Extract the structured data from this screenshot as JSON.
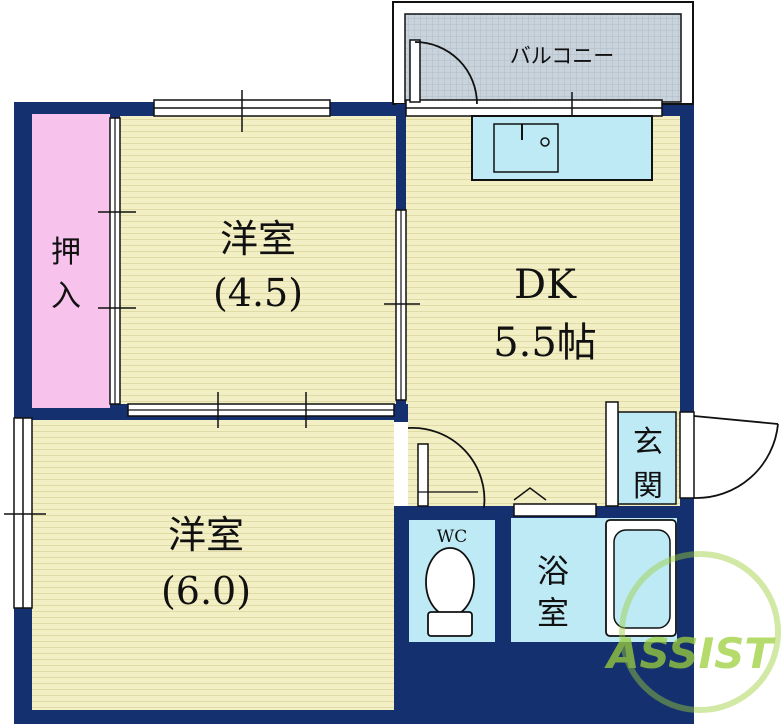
{
  "rooms": {
    "western_room_a": {
      "name": "洋室",
      "size": "(4.5)"
    },
    "western_room_b": {
      "name": "洋室",
      "size": "(6.0)"
    },
    "dining_kitchen": {
      "name": "DK",
      "size": "5.5帖"
    },
    "closet": {
      "line1": "押",
      "line2": "入"
    },
    "entrance": {
      "line1": "玄",
      "line2": "関"
    },
    "bathroom": {
      "line1": "浴",
      "line2": "室"
    },
    "toilet": {
      "name": "WC"
    },
    "balcony": {
      "name": "バルコニー"
    }
  },
  "logo": {
    "text": "ASSIST"
  },
  "colors": {
    "wall": "#14306e",
    "floor": "#f2efc4",
    "closet": "#f7c2ec",
    "wet_area": "#bdeaf5",
    "balcony": "#c4ced8",
    "logo": "#9ccf3a"
  }
}
